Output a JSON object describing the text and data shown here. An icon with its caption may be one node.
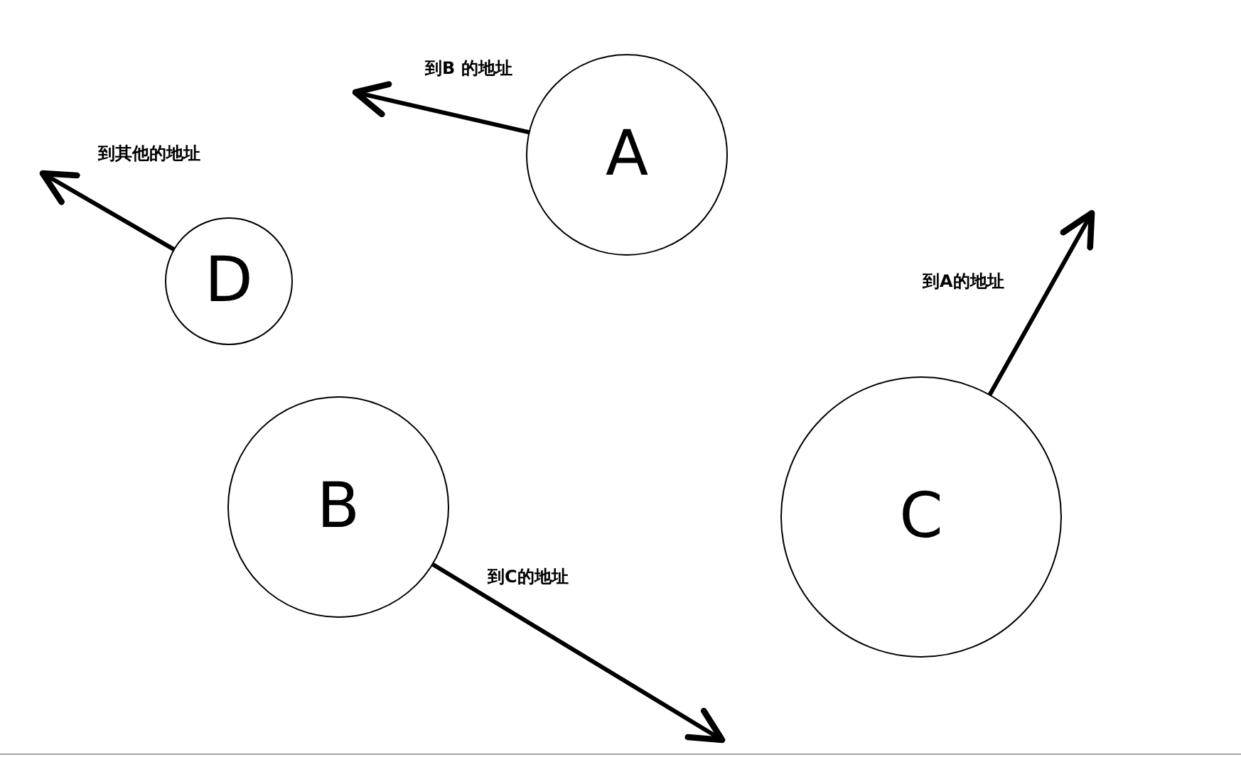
{
  "diagram": {
    "nodes": [
      {
        "text": [
          "A"
        ]
      },
      {
        "text": [
          "D"
        ]
      },
      {
        "text": [
          "B"
        ]
      },
      {
        "text": [
          "C"
        ]
      }
    ],
    "edges": [
      {
        "from": 0,
        "to": null,
        "arrow": "to",
        "label": "到B 的地址"
      },
      {
        "from": 1,
        "to": null,
        "arrow": "to",
        "label": "到其他的地址"
      },
      {
        "from": 2,
        "to": null,
        "arrow": "to",
        "label": "到C的地址"
      },
      {
        "from": 3,
        "to": null,
        "arrow": "to",
        "label": "到A的地址"
      }
    ]
  }
}
